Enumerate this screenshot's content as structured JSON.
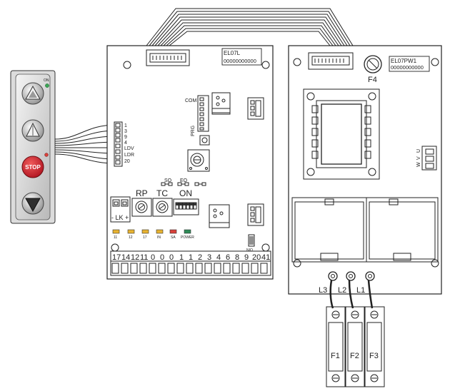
{
  "keypad": {
    "on_label": "ON",
    "stop_label": "STOP",
    "wire_labels": [
      "1",
      "3",
      "9",
      "4",
      "LDV",
      "LDR",
      "20"
    ]
  },
  "control_board": {
    "model": "EL07L",
    "serial": "00000000000",
    "com_label": "COM",
    "prg_label": "PRG",
    "rp_label": "RP",
    "tc_label": "TC",
    "dip_on_label": "ON",
    "so_label": "SO",
    "eo_label": "EO",
    "lk_label": "- LK +",
    "led_labels": [
      "11",
      "12",
      "17",
      "IN",
      "SA",
      "POWER"
    ],
    "nio_label": "NIO",
    "terminal_labels": [
      "17",
      "14",
      "12",
      "11",
      "0",
      "0",
      "0",
      "1",
      "1",
      "2",
      "3",
      "4",
      "6",
      "8",
      "9",
      "20",
      "41"
    ]
  },
  "power_board": {
    "model": "EL07PW1",
    "serial": "00000000000",
    "fuse_label": "F4",
    "uvw_labels": [
      "U",
      "V",
      "W"
    ],
    "line_labels": [
      "L3",
      "L2",
      "L1"
    ]
  },
  "fuses": [
    "F1",
    "F2",
    "F3"
  ],
  "colors": {
    "stop_red": "#d21e2b",
    "on_led": "#3aa655",
    "led_yellow": "#e8b330",
    "led_red": "#d9413a",
    "led_green": "#2e8b57"
  }
}
